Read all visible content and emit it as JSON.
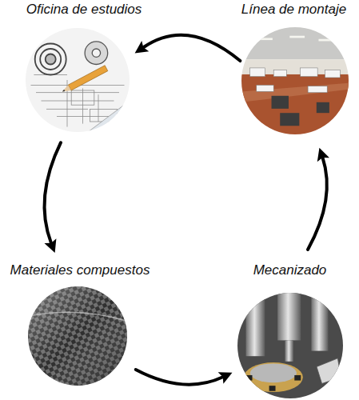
{
  "diagram": {
    "nodes": [
      {
        "text": [
          "Oficina de estudios"
        ]
      },
      {
        "text": [
          "Línea de montaje"
        ]
      },
      {
        "text": [
          "Materiales compuestos"
        ]
      },
      {
        "text": [
          "Mecanizado"
        ]
      }
    ],
    "edges": [
      {
        "from": 1,
        "to": 0,
        "arrow": "to"
      },
      {
        "from": 0,
        "to": 2,
        "arrow": "to"
      },
      {
        "from": 2,
        "to": 3,
        "arrow": "to"
      },
      {
        "from": 3,
        "to": 1,
        "arrow": "to"
      }
    ]
  }
}
